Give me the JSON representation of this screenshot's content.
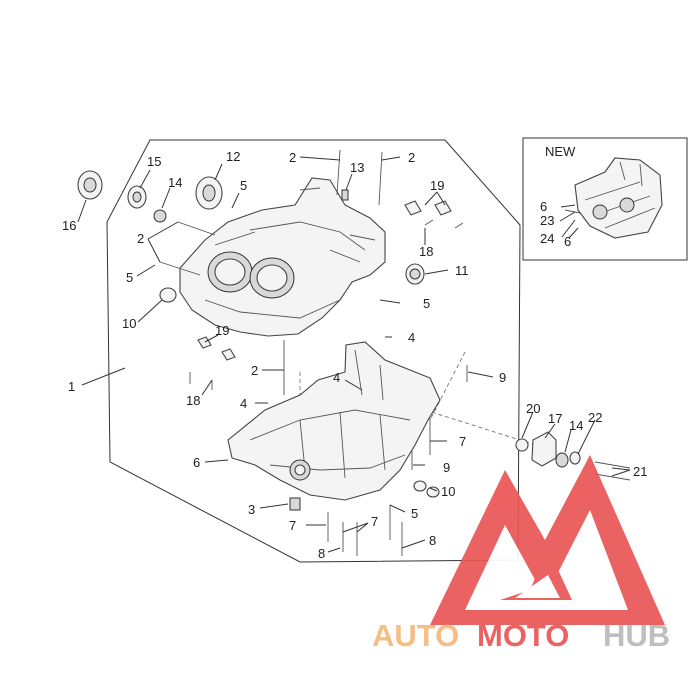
{
  "inset": {
    "title": "NEW"
  },
  "callouts": {
    "c1": "1",
    "c2a": "2",
    "c2b": "2",
    "c2c": "2",
    "c2d": "2",
    "c3": "3",
    "c4a": "4",
    "c4b": "4",
    "c4c": "4",
    "c5a": "5",
    "c5b": "5",
    "c5c": "5",
    "c5d": "5",
    "c6": "6",
    "c7a": "7",
    "c7b": "7",
    "c7c": "7",
    "c8a": "8",
    "c8b": "8",
    "c9a": "9",
    "c9b": "9",
    "c10a": "10",
    "c10b": "10",
    "c11": "11",
    "c12": "12",
    "c13": "13",
    "c14a": "14",
    "c14b": "14",
    "c15": "15",
    "c16": "16",
    "c17": "17",
    "c18a": "18",
    "c18b": "18",
    "c19a": "19",
    "c19b": "19",
    "c20": "20",
    "c21": "21",
    "c22": "22",
    "i6a": "6",
    "i6b": "6",
    "i23": "23",
    "i24": "24"
  },
  "watermark": {
    "text_auto": "AUTO",
    "text_moto": "MOTO",
    "text_hub": "HUB",
    "color_orange": "#f5b97a",
    "color_red": "#ea5555",
    "color_gray": "#b9b9b9"
  }
}
